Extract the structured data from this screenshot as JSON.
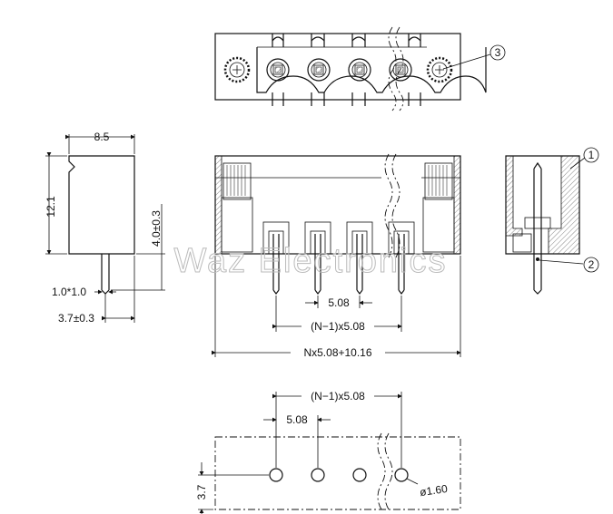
{
  "dimensions": {
    "width_side": "8.5",
    "height_side": "12.1",
    "pin_length": "4.0±0.3",
    "pin_size": "1.0*1.0",
    "pin_offset": "3.7±0.3",
    "pitch_front": "5.08",
    "span_front": "(N−1)x5.08",
    "overall_length": "Nx5.08+10.16",
    "span_bottom": "(N−1)x5.08",
    "pitch_bottom": "5.08",
    "hole_offset": "3.7",
    "hole_diameter": "ø1.60"
  },
  "callouts": [
    "1",
    "2",
    "3"
  ],
  "watermark": "Waz Electronics"
}
